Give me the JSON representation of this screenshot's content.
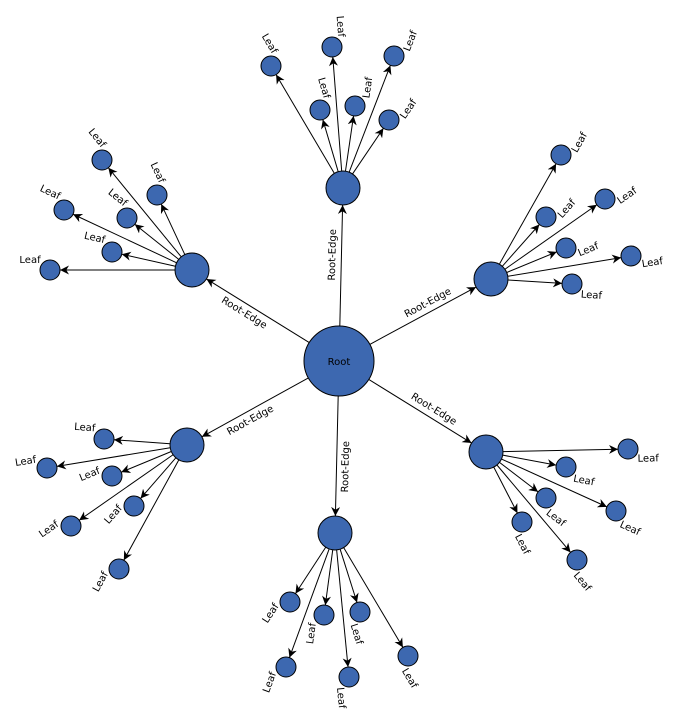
{
  "diagram": {
    "root_label": "Root",
    "edge_label": "Root-Edge",
    "leaf_label": "Leaf",
    "node_fill": "#3d68b0",
    "stroke": "#000000",
    "branches": [
      {
        "name": "top",
        "leaf_count": 6
      },
      {
        "name": "right",
        "leaf_count": 6
      },
      {
        "name": "lower-right",
        "leaf_count": 6
      },
      {
        "name": "bottom",
        "leaf_count": 6
      },
      {
        "name": "lower-left",
        "leaf_count": 6
      },
      {
        "name": "upper-left",
        "leaf_count": 6
      }
    ]
  }
}
